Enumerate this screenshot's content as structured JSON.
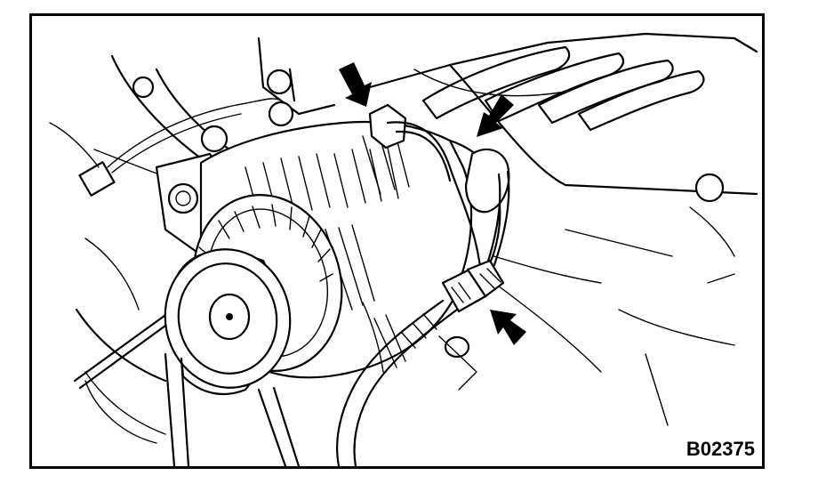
{
  "figure": {
    "code": "B02375"
  },
  "colors": {
    "ink": "#000000",
    "paper": "#ffffff"
  },
  "arrows": [
    {
      "name": "arrow-top-left",
      "icon": "arrow-down-right-icon"
    },
    {
      "name": "arrow-top-right",
      "icon": "arrow-down-left-icon"
    },
    {
      "name": "arrow-bottom-right",
      "icon": "arrow-up-left-icon"
    }
  ]
}
